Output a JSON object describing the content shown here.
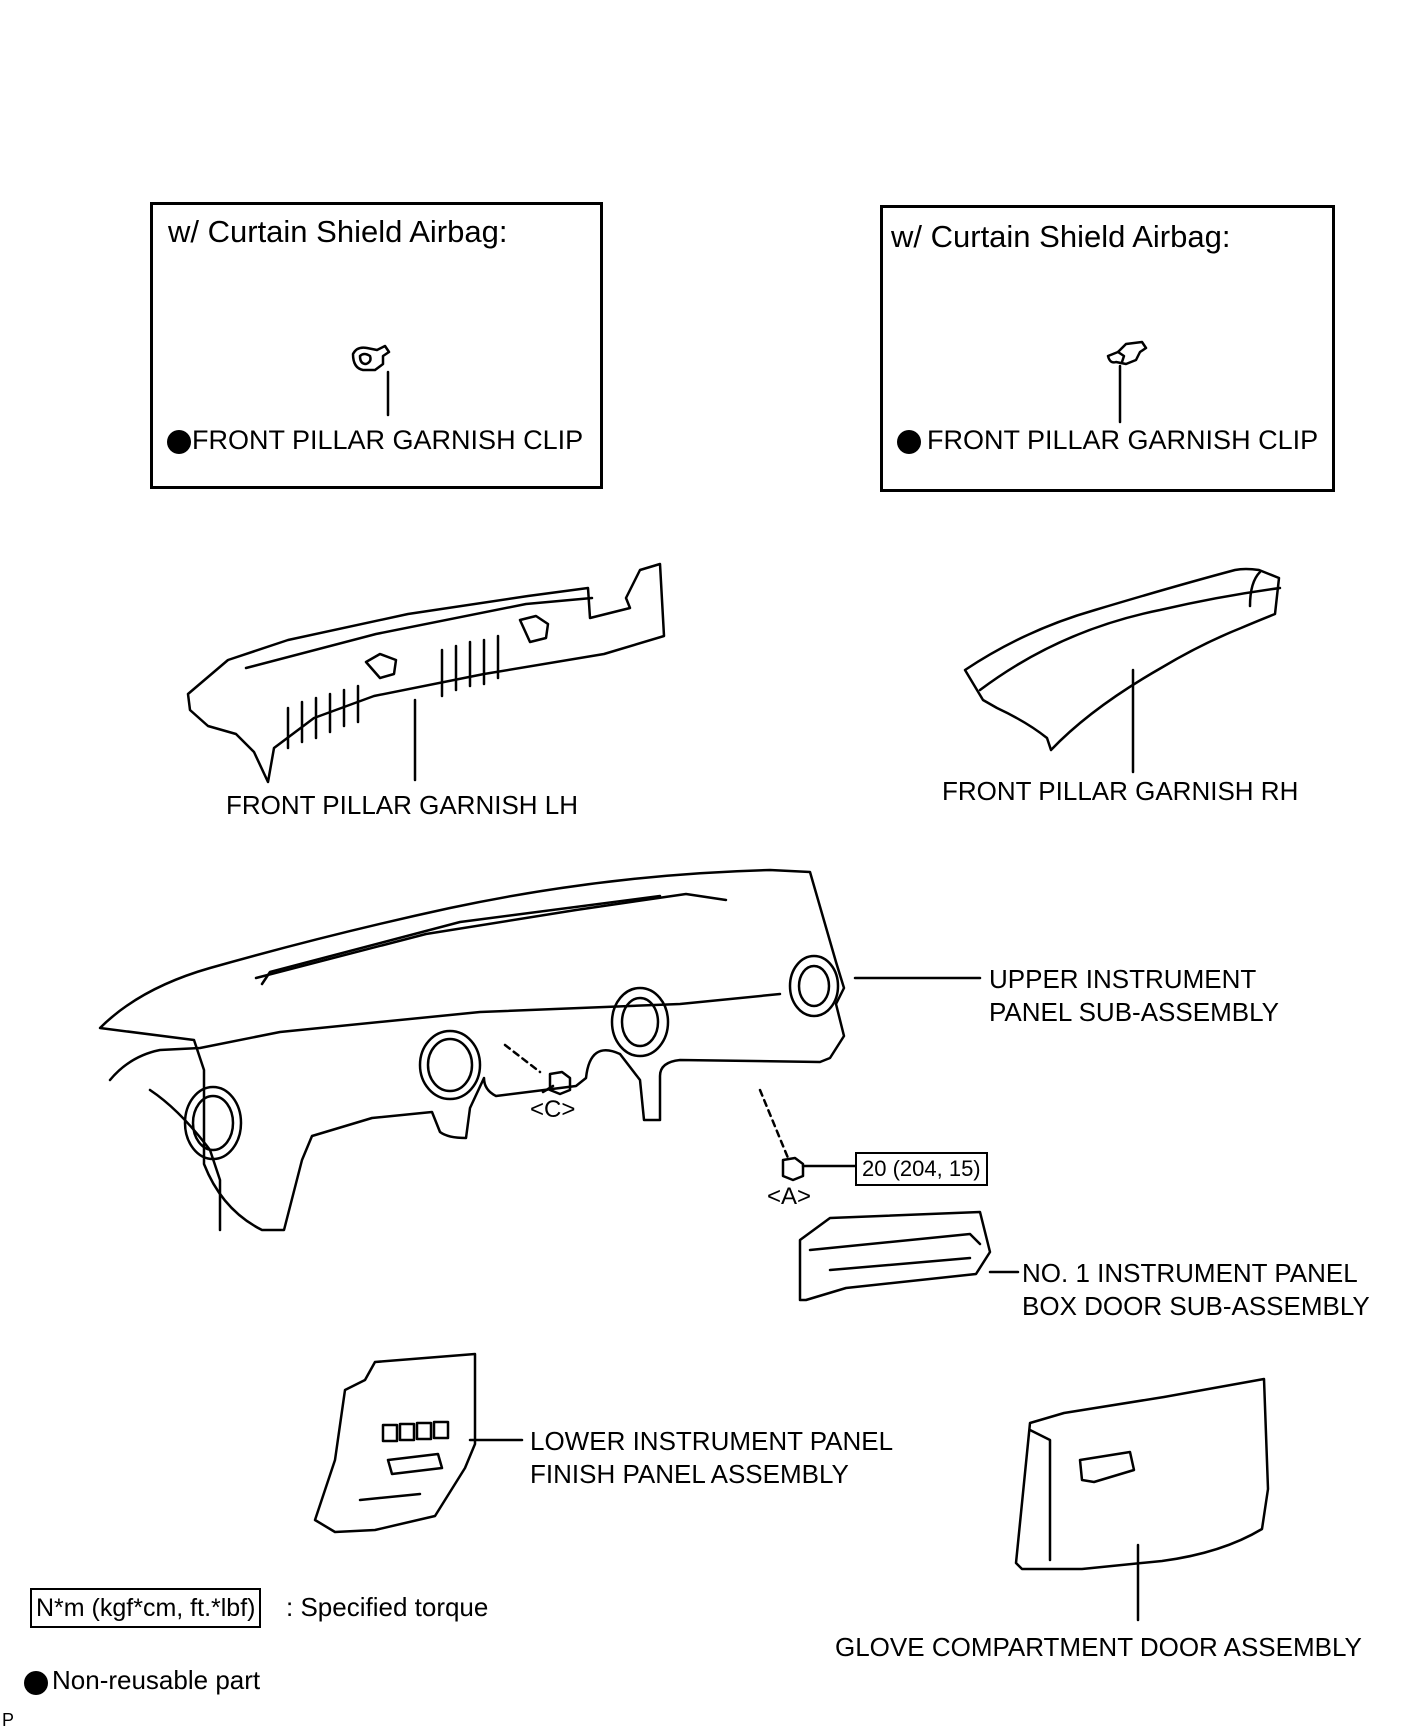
{
  "boxes": [
    {
      "header": "w/ Curtain Shield Airbag:",
      "clip_label": "FRONT PILLAR GARNISH CLIP"
    },
    {
      "header": "w/ Curtain Shield Airbag:",
      "clip_label": "FRONT PILLAR GARNISH CLIP"
    }
  ],
  "labels": {
    "garnish_lh": "FRONT PILLAR GARNISH LH",
    "garnish_rh": "FRONT PILLAR GARNISH RH",
    "upper_panel_1": "UPPER INSTRUMENT",
    "upper_panel_2": "PANEL SUB-ASSEMBLY",
    "bolt_c": "<C>",
    "bolt_a": "<A>",
    "torque": "20 (204, 15)",
    "box_door_1": "NO. 1 INSTRUMENT PANEL",
    "box_door_2": "BOX DOOR SUB-ASSEMBLY",
    "lower_panel_1": "LOWER INSTRUMENT PANEL",
    "lower_panel_2": "FINISH PANEL ASSEMBLY",
    "glove": "GLOVE COMPARTMENT DOOR ASSEMBLY"
  },
  "legend": {
    "torque_unit": "N*m (kgf*cm, ft.*lbf)",
    "torque_desc": ": Specified torque",
    "nonreusable_desc": "Non-reusable part"
  },
  "corner_mark": "P"
}
